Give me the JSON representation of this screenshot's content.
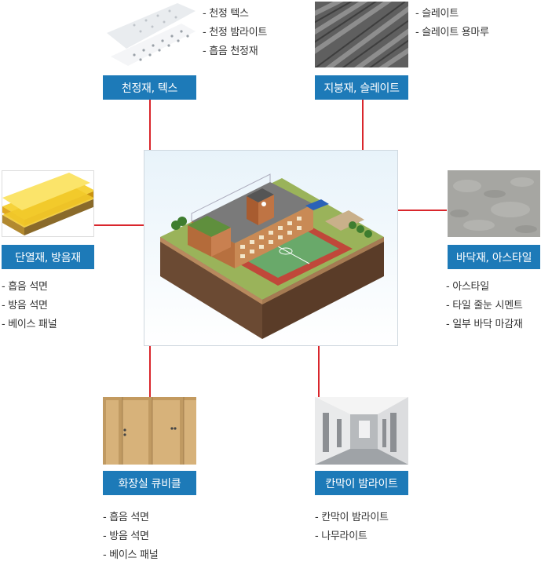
{
  "categories": [
    {
      "id": "ceiling",
      "label": "천정재, 텍스",
      "items": [
        "천정 텍스",
        "천정 밤라이트",
        "흡음 천정재"
      ]
    },
    {
      "id": "roof",
      "label": "지붕재, 슬레이트",
      "items": [
        "슬레이트",
        "슬레이트 용마루"
      ]
    },
    {
      "id": "insulation",
      "label": "단열재, 방음재",
      "items": [
        "흡음 석면",
        "방음 석면",
        "베이스 패널"
      ]
    },
    {
      "id": "floor",
      "label": "바닥재, 아스타일",
      "items": [
        "아스타일",
        "타일 줄눈 시멘트",
        "일부 바닥 마감재"
      ]
    },
    {
      "id": "toilet",
      "label": "화장실 큐비클",
      "items": [
        "흡음 석면",
        "방음 석면",
        "베이스 패널"
      ]
    },
    {
      "id": "partition",
      "label": "칸막이 밤라이트",
      "items": [
        "칸막이 밤라이트",
        "나무라이트"
      ]
    }
  ],
  "colors": {
    "label_bg": "#1d7ab8",
    "connector": "#d9262c",
    "text": "#333333"
  }
}
